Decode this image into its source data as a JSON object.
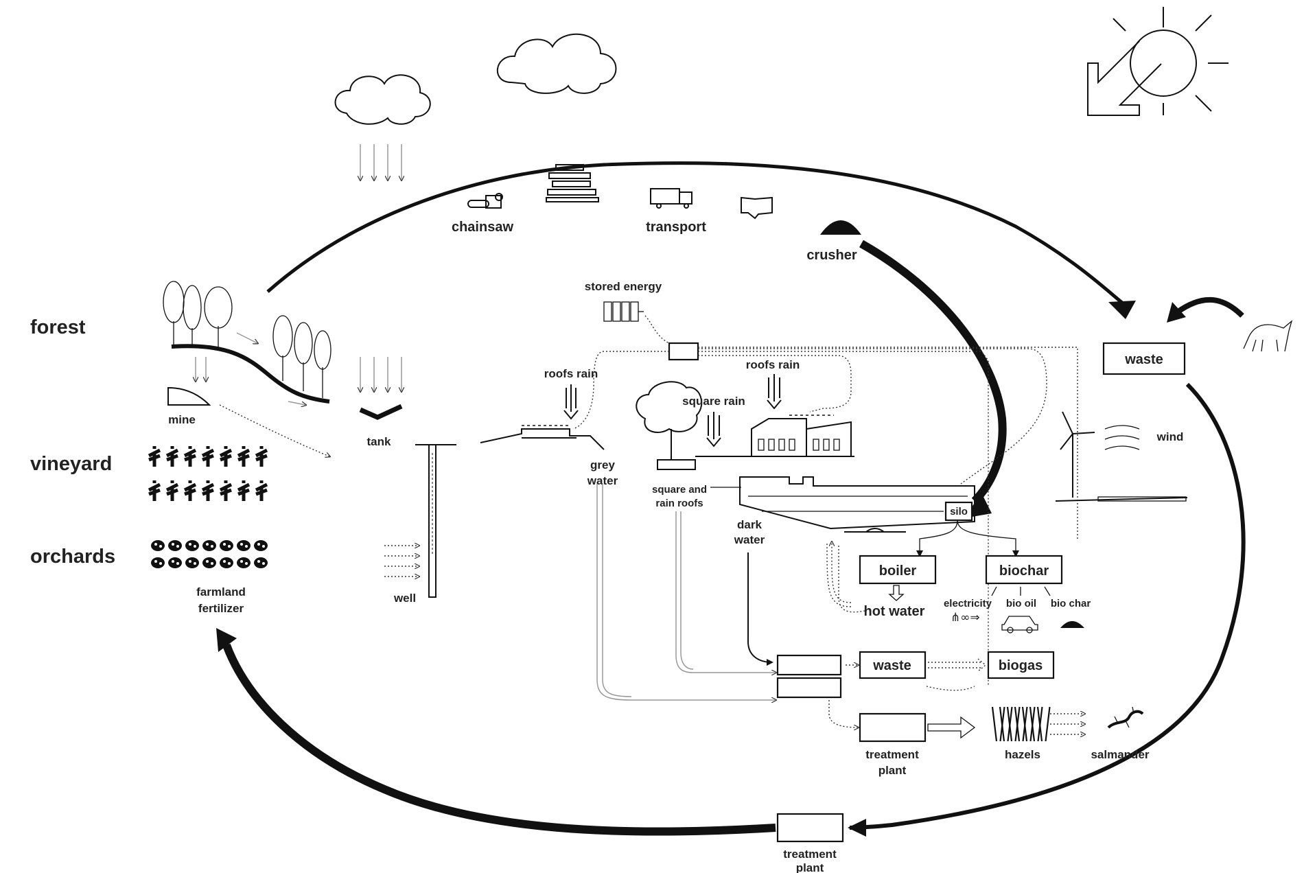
{
  "zones": {
    "forest": "forest",
    "vineyard": "vineyard",
    "orchards": "orchards"
  },
  "cycle": {
    "chainsaw": "chainsaw",
    "transport": "transport",
    "crusher": "crusher",
    "waste_top": "waste"
  },
  "labels": {
    "mine": "mine",
    "tank": "tank",
    "well": "well",
    "farmland_l1": "farmland",
    "farmland_l2": "fertilizer",
    "stored_energy": "stored energy",
    "roofs_rain_left": "roofs rain",
    "roofs_rain_right": "roofs rain",
    "square_rain": "square rain",
    "grey_l1": "grey",
    "grey_l2": "water",
    "sq_roofs_l1": "square and",
    "sq_roofs_l2": "rain roofs",
    "dark_l1": "dark",
    "dark_l2": "water",
    "silo": "silo",
    "wind": "wind",
    "boiler": "boiler",
    "biochar": "biochar",
    "hot_water": "hot water",
    "electricity": "electricity",
    "bio_oil": "bio oil",
    "bio_char": "bio char",
    "waste_mid": "waste",
    "biogas": "biogas",
    "treat_mid_l1": "treatment",
    "treat_mid_l2": "plant",
    "hazels": "hazels",
    "salmander": "salmander",
    "treat_bot_l1": "treatment",
    "treat_bot_l2": "plant"
  },
  "icons": [
    "sun-icon",
    "cloud-icon",
    "chainsaw-icon",
    "wood-pile-icon",
    "truck-icon",
    "crusher-icon",
    "woodchip-pile-icon",
    "horse-icon",
    "wind-turbine-icon",
    "tree-icon",
    "car-icon",
    "salamander-icon",
    "battery-icon"
  ],
  "colors": {
    "ink": "#111111",
    "muted": "#999999"
  }
}
